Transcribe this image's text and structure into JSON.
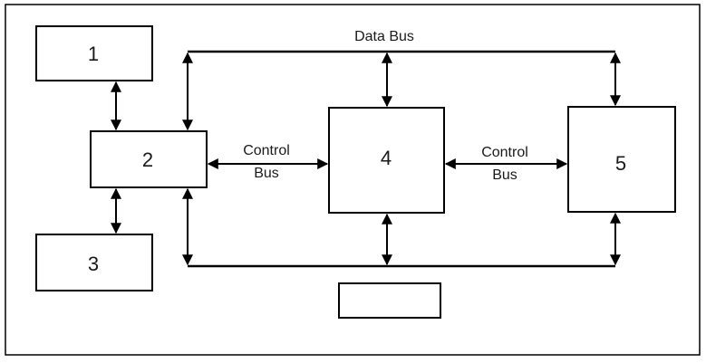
{
  "boxes": {
    "b1": "1",
    "b2": "2",
    "b3": "3",
    "b4": "4",
    "b5": "5",
    "bottom": ""
  },
  "labels": {
    "data_bus": "Data Bus",
    "control_bus_left": [
      "Control",
      "Bus"
    ],
    "control_bus_right": [
      "Control",
      "Bus"
    ]
  },
  "colors": {
    "stroke": "#000000",
    "background": "#ffffff"
  }
}
